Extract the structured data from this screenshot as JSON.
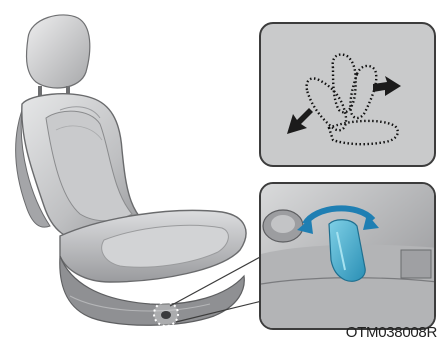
{
  "figure": {
    "code": "OTM038008R",
    "icons": {
      "seat": "car-seat-illustration",
      "recline_diagram": "seatback-recline-diagram",
      "lever": "recline-lever-detail"
    },
    "colors": {
      "inset_bg": "#c9cacb",
      "inset_border": "#3c3c3c",
      "lever": "#3fa6c8",
      "arrow": "#1f7fb3",
      "seat_light": "#d6d7d8",
      "seat_dark": "#8a8b8d"
    }
  }
}
